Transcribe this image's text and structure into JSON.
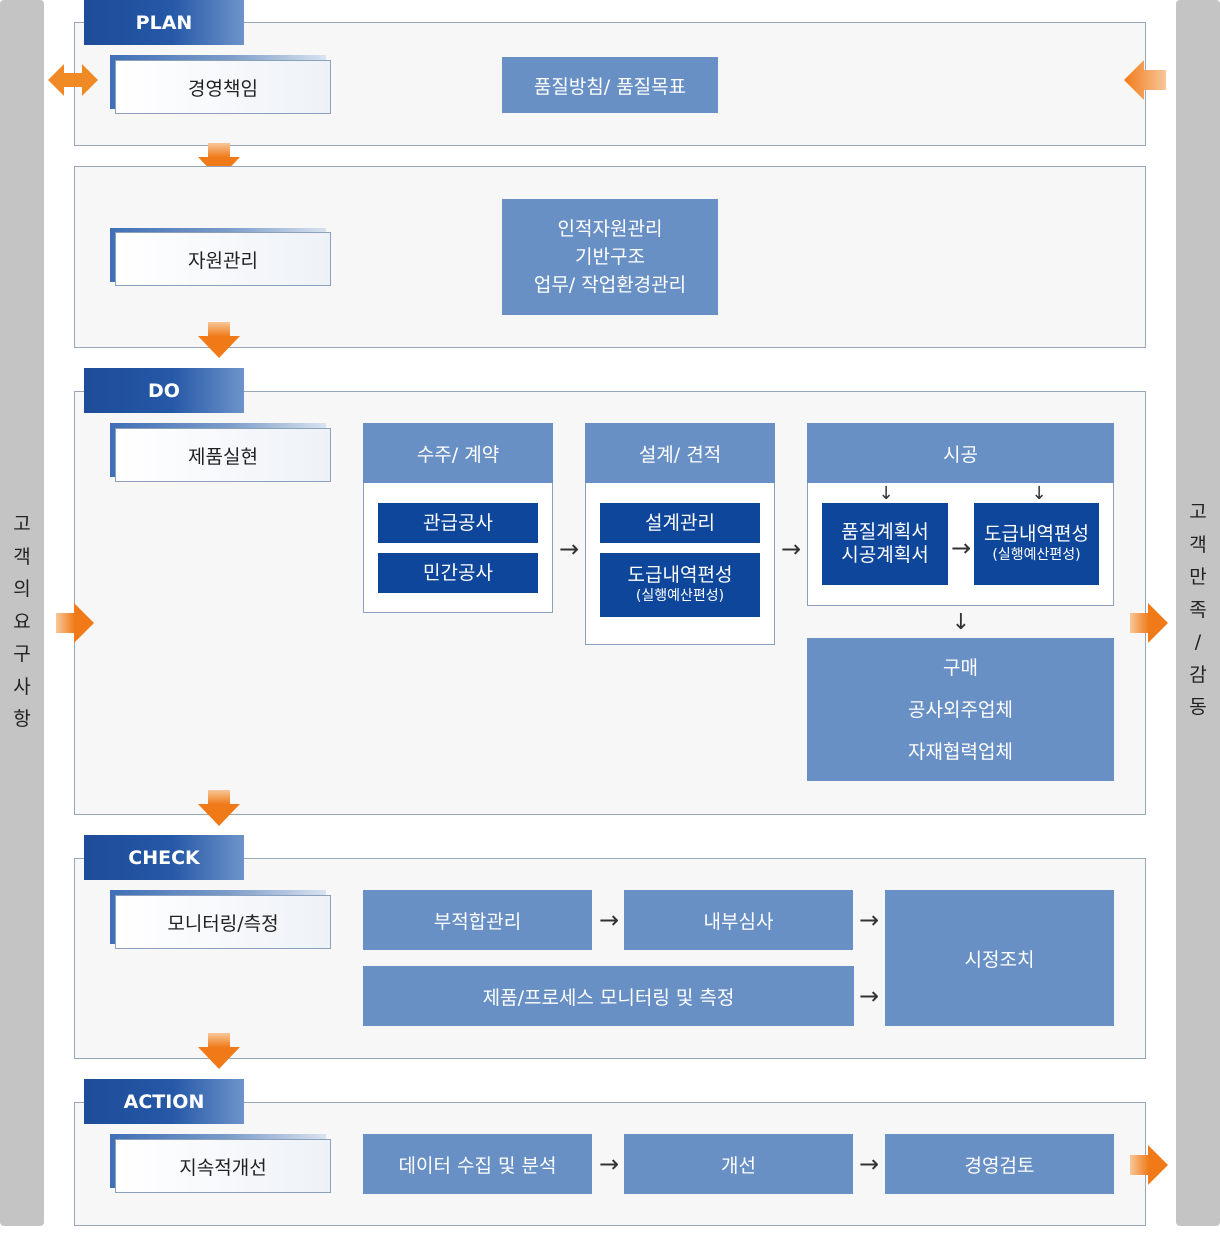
{
  "sides": {
    "left_chars": [
      "고",
      "객",
      "의",
      "요",
      "구",
      "사",
      "항"
    ],
    "right_chars": [
      "고",
      "객",
      "만",
      "족",
      "/",
      "감",
      "동"
    ]
  },
  "phases": {
    "plan": "PLAN",
    "do": "DO",
    "check": "CHECK",
    "action": "ACTION"
  },
  "plan_section": {
    "step": "경영책임",
    "box": "품질방침/ 품질목표"
  },
  "resource_section": {
    "step": "자원관리",
    "box_lines": [
      "인적자원관리",
      "기반구조",
      "업무/ 작업환경관리"
    ]
  },
  "do_section": {
    "step": "제품실현",
    "contract": {
      "header": "수주/ 계약",
      "items": [
        "관급공사",
        "민간공사"
      ]
    },
    "design": {
      "header": "설계/ 견적",
      "item1": "설계관리",
      "item2_main": "도급내역편성",
      "item2_sub": "(실행예산편성)"
    },
    "construction": {
      "header": "시공",
      "plan_lines": [
        "품질계획서",
        "시공계획서"
      ],
      "budget_main": "도급내역편성",
      "budget_sub": "(실행예산편성)"
    },
    "purchase_lines": [
      "구매",
      "공사외주업체",
      "자재협력업체"
    ]
  },
  "check_section": {
    "step": "모니터링/측정",
    "nonconformity": "부적합관리",
    "internal_audit": "내부심사",
    "monitoring": "제품/프로세스 모니터링 및 측정",
    "corrective": "시정조치"
  },
  "action_section": {
    "step": "지속적개선",
    "data": "데이터 수집 및 분석",
    "improve": "개선",
    "review": "경영검토"
  },
  "arrows": {
    "right": "→",
    "down": "↓"
  },
  "colors": {
    "dark_blue": "#0d469a",
    "medium_blue": "#6990c5",
    "orange": "#f08a24",
    "side_gray": "#c4c4c4"
  }
}
